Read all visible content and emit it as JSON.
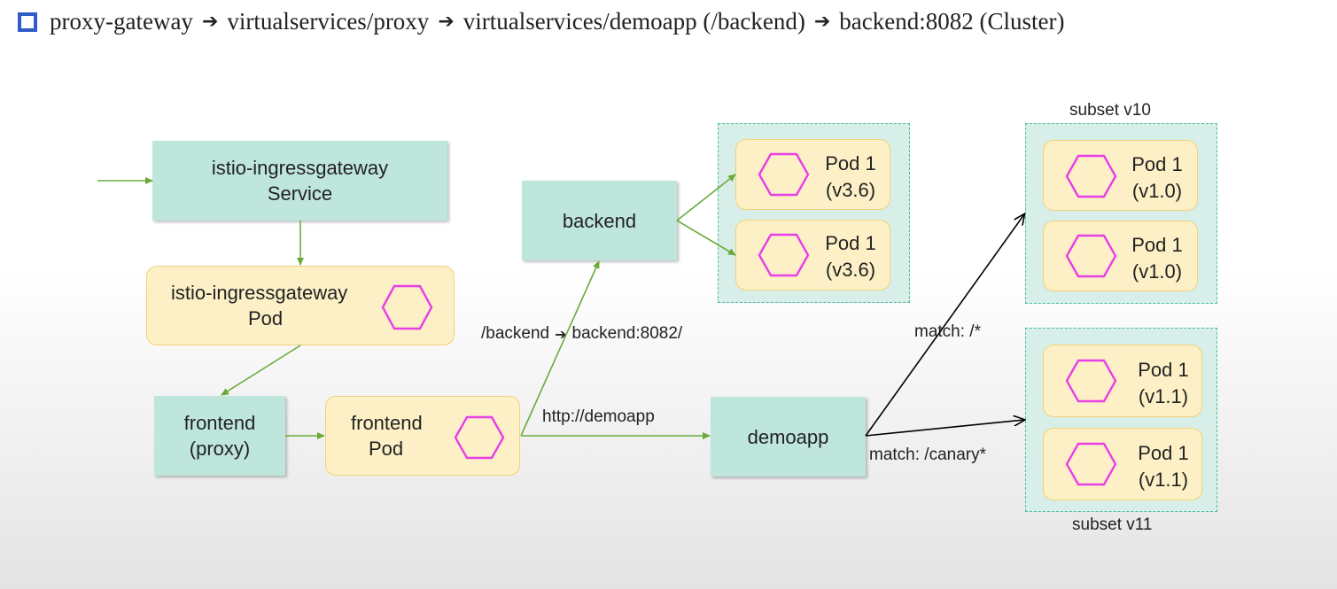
{
  "header": {
    "segments": [
      "proxy-gateway",
      "virtualservices/proxy",
      "virtualservices/demoapp (/backend)",
      "backend:8082 (Cluster)"
    ]
  },
  "nodes": {
    "ingress_service": {
      "line1": "istio-ingressgateway",
      "line2": "Service"
    },
    "ingress_pod": {
      "line1": "istio-ingressgateway",
      "line2": "Pod"
    },
    "frontend_svc": {
      "line1": "frontend",
      "line2": "(proxy)"
    },
    "frontend_pod": {
      "line1": "frontend",
      "line2": "Pod"
    },
    "backend": {
      "label": "backend"
    },
    "demoapp": {
      "label": "demoapp"
    }
  },
  "backend_pods": [
    {
      "name": "Pod 1",
      "version": "(v3.6)"
    },
    {
      "name": "Pod 1",
      "version": "(v3.6)"
    }
  ],
  "subset_v10": {
    "label": "subset v10",
    "pods": [
      {
        "name": "Pod 1",
        "version": "(v1.0)"
      },
      {
        "name": "Pod 1",
        "version": "(v1.0)"
      }
    ]
  },
  "subset_v11": {
    "label": "subset v11",
    "pods": [
      {
        "name": "Pod 1",
        "version": "(v1.1)"
      },
      {
        "name": "Pod 1",
        "version": "(v1.1)"
      }
    ]
  },
  "edge_labels": {
    "backend_route_a": "/backend",
    "backend_route_b": "backend:8082/",
    "http_demoapp": "http://demoapp",
    "match_all": "match: /*",
    "match_canary": "match: /canary*"
  },
  "colors": {
    "service_fill": "#bfe6dc",
    "pod_fill": "#fdf0c6",
    "hexagon": "#e83ee8",
    "green_arrow": "#6aaa3a",
    "black_arrow": "#000000",
    "bullet": "#2f5cc8"
  },
  "icons": {
    "pod": "hexagon-icon",
    "route_arrow": "right-arrow-icon",
    "bullet": "square-bullet-icon"
  }
}
